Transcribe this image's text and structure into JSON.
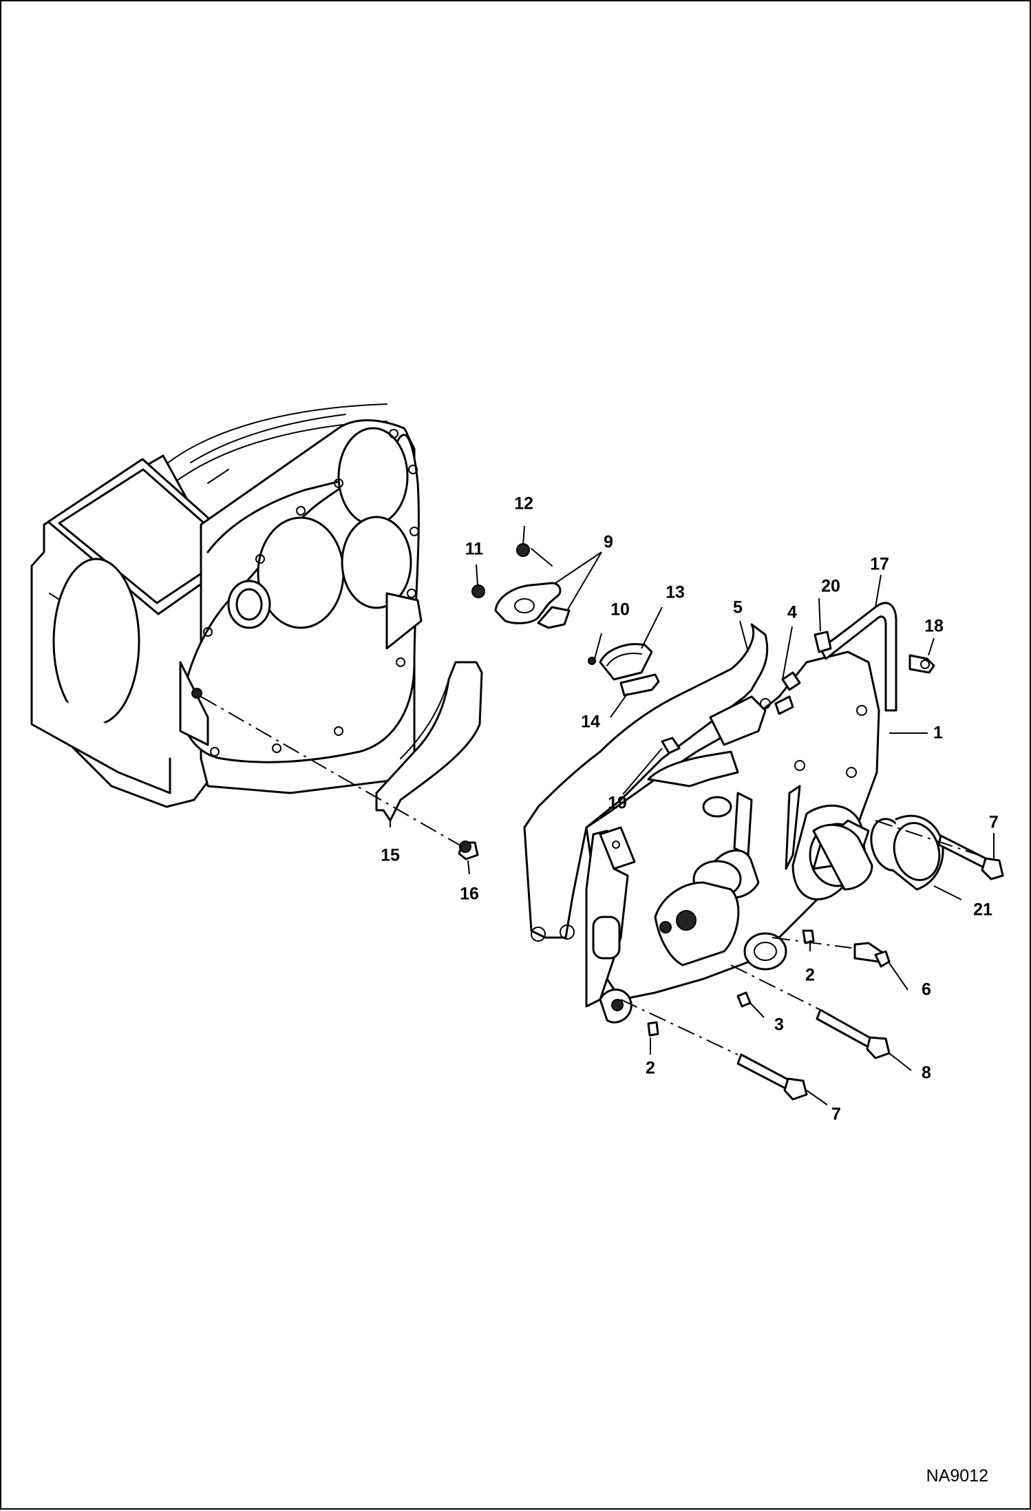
{
  "figure": {
    "code": "NA9012"
  },
  "callouts": {
    "c1": "1",
    "c2a": "2",
    "c2b": "2",
    "c3": "3",
    "c4": "4",
    "c5": "5",
    "c6": "6",
    "c7a": "7",
    "c7b": "7",
    "c8": "8",
    "c9": "9",
    "c10": "10",
    "c11": "11",
    "c12": "12",
    "c13": "13",
    "c14": "14",
    "c15": "15",
    "c16": "16",
    "c17": "17",
    "c18": "18",
    "c19": "19",
    "c20": "20",
    "c21": "21"
  }
}
